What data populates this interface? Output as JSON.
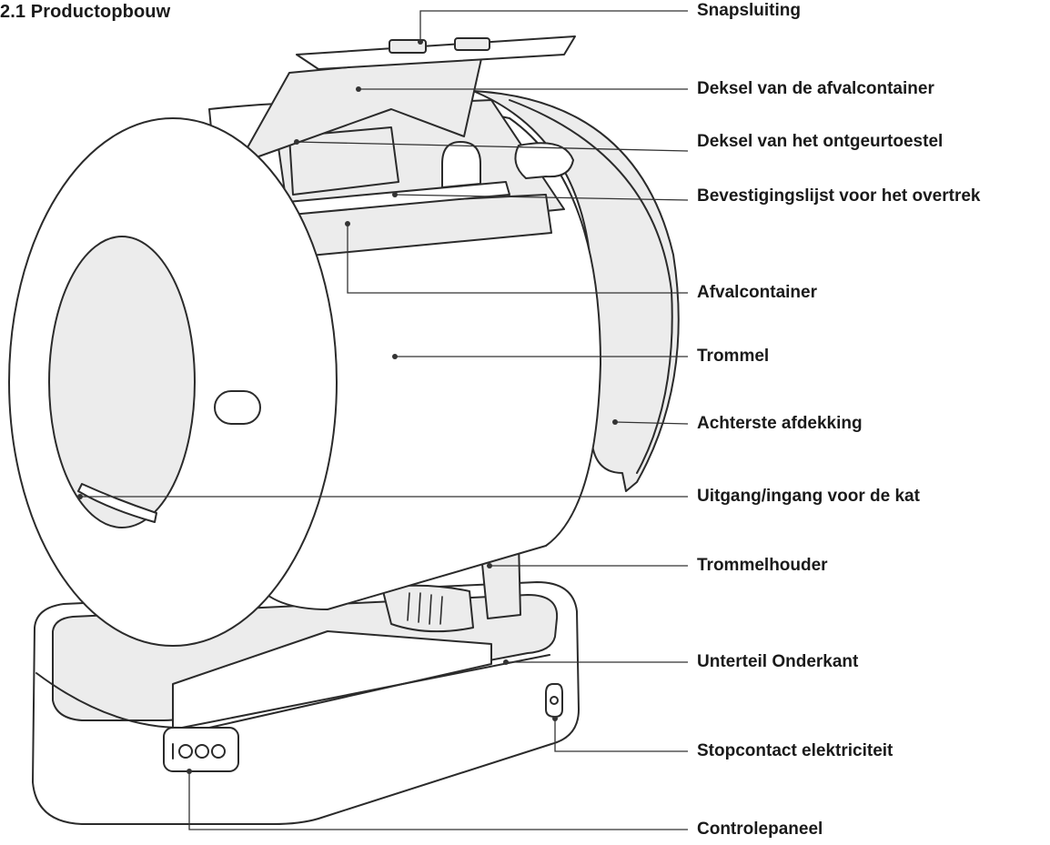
{
  "section": {
    "title": "2.1 Productopbouw"
  },
  "callouts": [
    {
      "id": "snapsluiting",
      "label": "Snapsluiting"
    },
    {
      "id": "deksel-afvalcontainer",
      "label": "Deksel van de afvalcontainer"
    },
    {
      "id": "deksel-ontgeurtoestel",
      "label": "Deksel van het ontgeurtoestel"
    },
    {
      "id": "bevestigingslijst",
      "label": "Bevestigingslijst voor het overtrek"
    },
    {
      "id": "afvalcontainer",
      "label": "Afvalcontainer"
    },
    {
      "id": "trommel",
      "label": "Trommel"
    },
    {
      "id": "achterste-afdekking",
      "label": "Achterste afdekking"
    },
    {
      "id": "uitgang-ingang",
      "label": "Uitgang/ingang voor de kat"
    },
    {
      "id": "trommelhouder",
      "label": "Trommelhouder"
    },
    {
      "id": "onderkant",
      "label": "Unterteil Onderkant"
    },
    {
      "id": "stopcontact",
      "label": "Stopcontact elektriciteit"
    },
    {
      "id": "controlepaneel",
      "label": "Controlepaneel"
    }
  ],
  "colors": {
    "outline": "#2b2b2b",
    "fill_grey": "#ececec",
    "fill_white": "#ffffff",
    "leader": "#333333"
  }
}
